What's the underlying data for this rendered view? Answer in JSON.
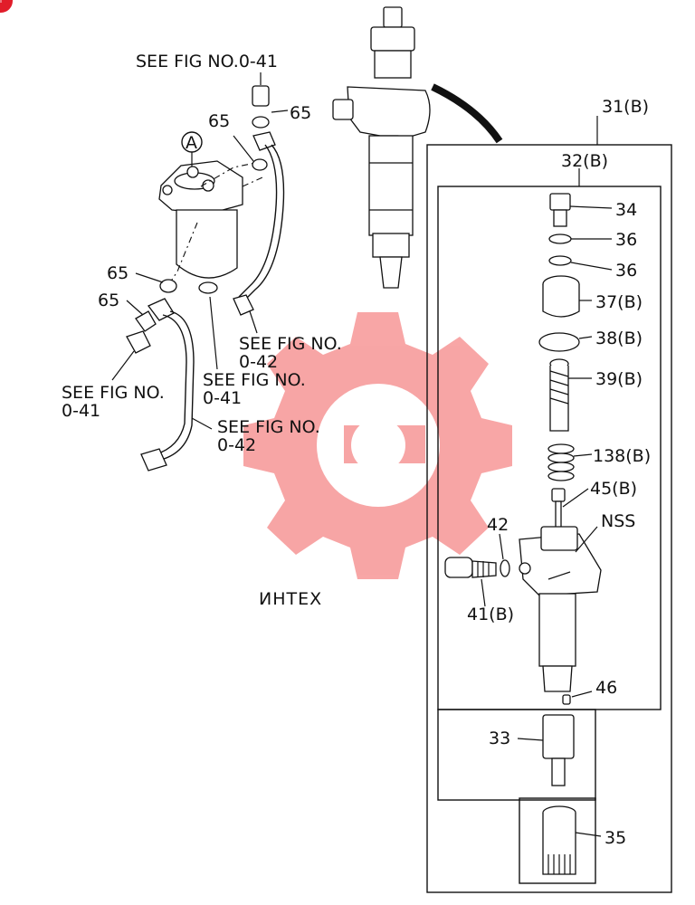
{
  "watermark": {
    "text": "ИНТЕХ",
    "color": "#f25c5c",
    "text_color": "#d4d4d4"
  },
  "colors": {
    "line": "#111111",
    "background": "#ffffff",
    "badge": "#e11d2a"
  },
  "corner_badge": {
    "label": "i"
  },
  "labels": {
    "see_041_top": "SEE FIG NO.0-41",
    "ref65_a": "65",
    "ref65_b": "65",
    "ref65_c": "65",
    "ref65_d": "65",
    "callout_a": "A",
    "see_042_right_1": "SEE FIG NO.",
    "see_042_right_2": "0-42",
    "see_041_mid_1": "SEE FIG NO.",
    "see_041_mid_2": "0-41",
    "see_041_left_1": "SEE FIG NO.",
    "see_041_left_2": "0-41",
    "see_042_bottom_1": "SEE FIG NO.",
    "see_042_bottom_2": "0-42",
    "ref31": "31(B)",
    "ref32": "32(B)",
    "ref34": "34",
    "ref36_a": "36",
    "ref36_b": "36",
    "ref37": "37(B)",
    "ref38": "38(B)",
    "ref39": "39(B)",
    "ref138": "138(B)",
    "ref45": "45(B)",
    "nss": "NSS",
    "ref42": "42",
    "ref41": "41(B)",
    "ref46": "46",
    "ref33": "33",
    "ref35": "35"
  }
}
